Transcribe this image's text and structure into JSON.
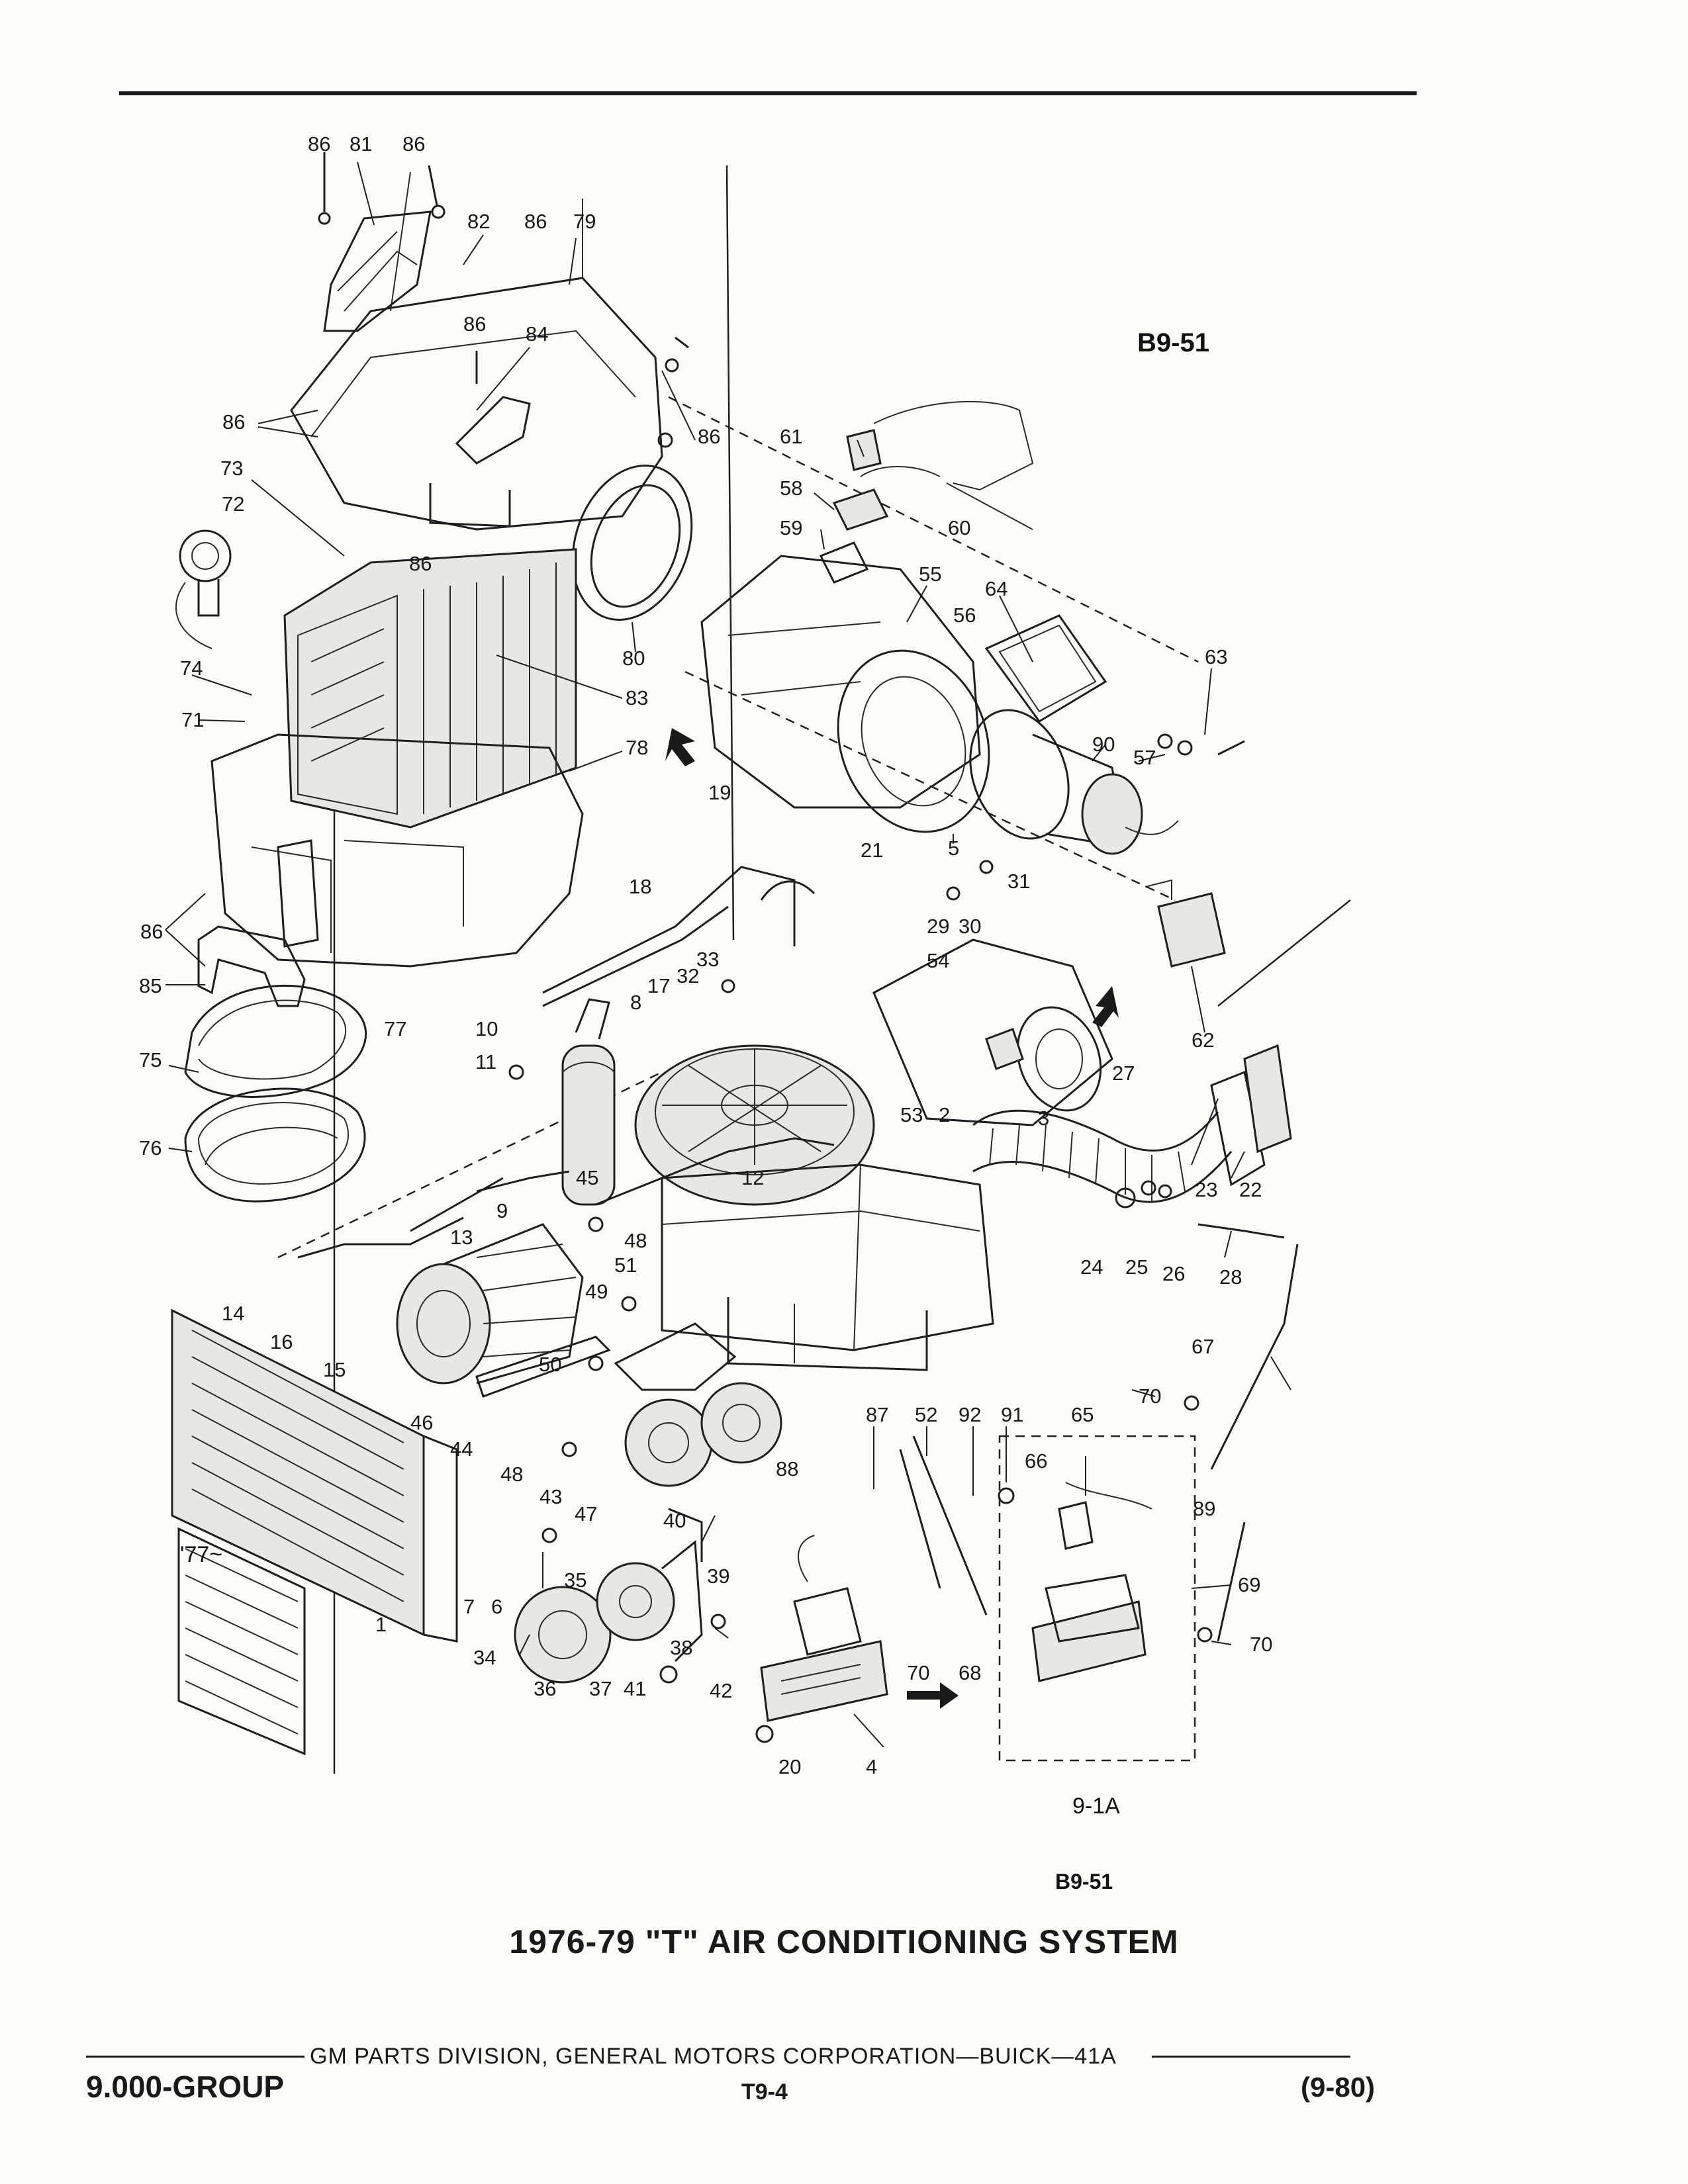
{
  "diagram_code": "B9-51",
  "figure_code": "9-1A",
  "figure_code_bottom": "B9-51",
  "title": "1976-79 \"T\" AIR CONDITIONING SYSTEM",
  "year_note": "'77~",
  "footer": {
    "corporation": "GM PARTS DIVISION, GENERAL MOTORS CORPORATION—BUICK—41A",
    "group": "9.000-GROUP",
    "page": "T9-4",
    "date": "(9-80)"
  },
  "part_numbers": [
    "1",
    "2",
    "3",
    "4",
    "5",
    "6",
    "7",
    "8",
    "9",
    "10",
    "11",
    "12",
    "13",
    "14",
    "15",
    "16",
    "17",
    "18",
    "19",
    "20",
    "21",
    "22",
    "23",
    "24",
    "25",
    "26",
    "27",
    "28",
    "29",
    "30",
    "31",
    "32",
    "33",
    "34",
    "35",
    "36",
    "37",
    "38",
    "39",
    "40",
    "41",
    "42",
    "43",
    "44",
    "45",
    "46",
    "47",
    "48",
    "49",
    "50",
    "51",
    "52",
    "53",
    "54",
    "55",
    "56",
    "57",
    "58",
    "59",
    "60",
    "61",
    "62",
    "63",
    "64",
    "65",
    "66",
    "67",
    "68",
    "69",
    "70",
    "71",
    "72",
    "73",
    "74",
    "75",
    "76",
    "77",
    "78",
    "79",
    "80",
    "81",
    "82",
    "83",
    "84",
    "85",
    "86",
    "87",
    "88",
    "89",
    "90",
    "91",
    "92"
  ],
  "callouts": [
    {
      "label": "86"
    },
    {
      "label": "81"
    },
    {
      "label": "86"
    },
    {
      "label": "82"
    },
    {
      "label": "86"
    },
    {
      "label": "79"
    },
    {
      "label": "86"
    },
    {
      "label": "84"
    },
    {
      "label": "86"
    },
    {
      "label": "86"
    },
    {
      "label": "73"
    },
    {
      "label": "72"
    },
    {
      "label": "86"
    },
    {
      "label": "80"
    },
    {
      "label": "74"
    },
    {
      "label": "83"
    },
    {
      "label": "71"
    },
    {
      "label": "78"
    },
    {
      "label": "86"
    },
    {
      "label": "85"
    },
    {
      "label": "75"
    },
    {
      "label": "76"
    },
    {
      "label": "77"
    },
    {
      "label": "10"
    },
    {
      "label": "11"
    },
    {
      "label": "8"
    },
    {
      "label": "17"
    },
    {
      "label": "18"
    },
    {
      "label": "19"
    },
    {
      "label": "32"
    },
    {
      "label": "33"
    },
    {
      "label": "12"
    },
    {
      "label": "45"
    },
    {
      "label": "9"
    },
    {
      "label": "13"
    },
    {
      "label": "14"
    },
    {
      "label": "16"
    },
    {
      "label": "15"
    },
    {
      "label": "48"
    },
    {
      "label": "51"
    },
    {
      "label": "49"
    },
    {
      "label": "50"
    },
    {
      "label": "46"
    },
    {
      "label": "44"
    },
    {
      "label": "48"
    },
    {
      "label": "47"
    },
    {
      "label": "43"
    },
    {
      "label": "40"
    },
    {
      "label": "39"
    },
    {
      "label": "35"
    },
    {
      "label": "38"
    },
    {
      "label": "7"
    },
    {
      "label": "6"
    },
    {
      "label": "1"
    },
    {
      "label": "34"
    },
    {
      "label": "36"
    },
    {
      "label": "37"
    },
    {
      "label": "41"
    },
    {
      "label": "42"
    },
    {
      "label": "61"
    },
    {
      "label": "58"
    },
    {
      "label": "60"
    },
    {
      "label": "59"
    },
    {
      "label": "55"
    },
    {
      "label": "64"
    },
    {
      "label": "56"
    },
    {
      "label": "63"
    },
    {
      "label": "90"
    },
    {
      "label": "57"
    },
    {
      "label": "21"
    },
    {
      "label": "5"
    },
    {
      "label": "31"
    },
    {
      "label": "29"
    },
    {
      "label": "30"
    },
    {
      "label": "54"
    },
    {
      "label": "62"
    },
    {
      "label": "53"
    },
    {
      "label": "2"
    },
    {
      "label": "3"
    },
    {
      "label": "27"
    },
    {
      "label": "23"
    },
    {
      "label": "22"
    },
    {
      "label": "24"
    },
    {
      "label": "25"
    },
    {
      "label": "26"
    },
    {
      "label": "28"
    },
    {
      "label": "67"
    },
    {
      "label": "70"
    },
    {
      "label": "87"
    },
    {
      "label": "52"
    },
    {
      "label": "92"
    },
    {
      "label": "91"
    },
    {
      "label": "65"
    },
    {
      "label": "66"
    },
    {
      "label": "88"
    },
    {
      "label": "89"
    },
    {
      "label": "69"
    },
    {
      "label": "70"
    },
    {
      "label": "70"
    },
    {
      "label": "68"
    },
    {
      "label": "20"
    },
    {
      "label": "4"
    }
  ]
}
